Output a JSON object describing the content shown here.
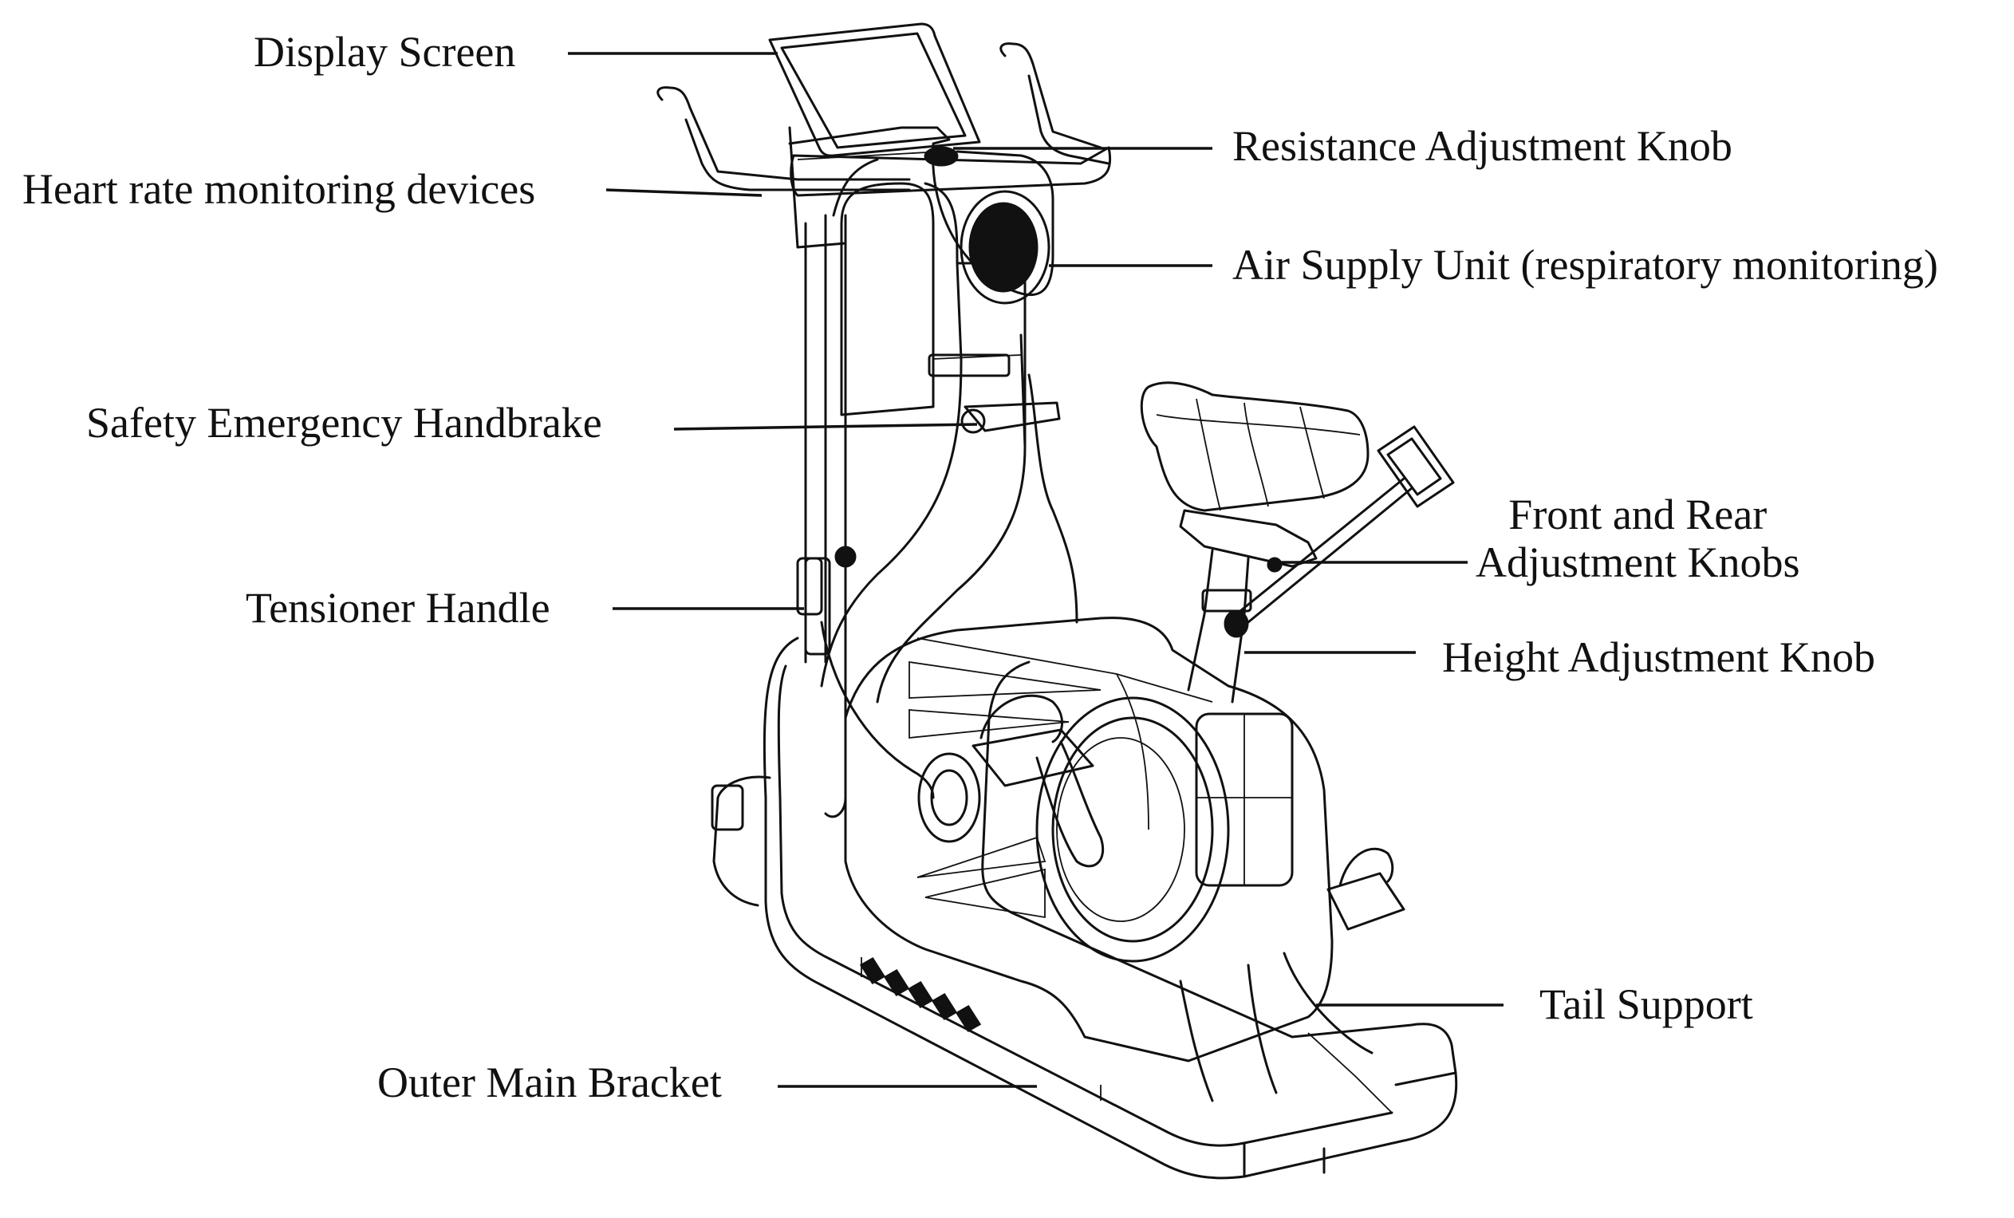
{
  "labels": {
    "display_screen": "Display Screen",
    "heart_rate": "Heart rate monitoring devices",
    "resistance_knob": "Resistance Adjustment Knob",
    "air_supply": "Air Supply Unit (respiratory monitoring)",
    "handbrake": "Safety Emergency Handbrake",
    "front_rear_line1": "Front and Rear",
    "front_rear_line2": "Adjustment Knobs",
    "tensioner": "Tensioner Handle",
    "height_knob": "Height Adjustment Knob",
    "tail_support": "Tail Support",
    "outer_bracket": "Outer Main Bracket"
  },
  "colors": {
    "ink": "#111111",
    "background": "#ffffff"
  }
}
